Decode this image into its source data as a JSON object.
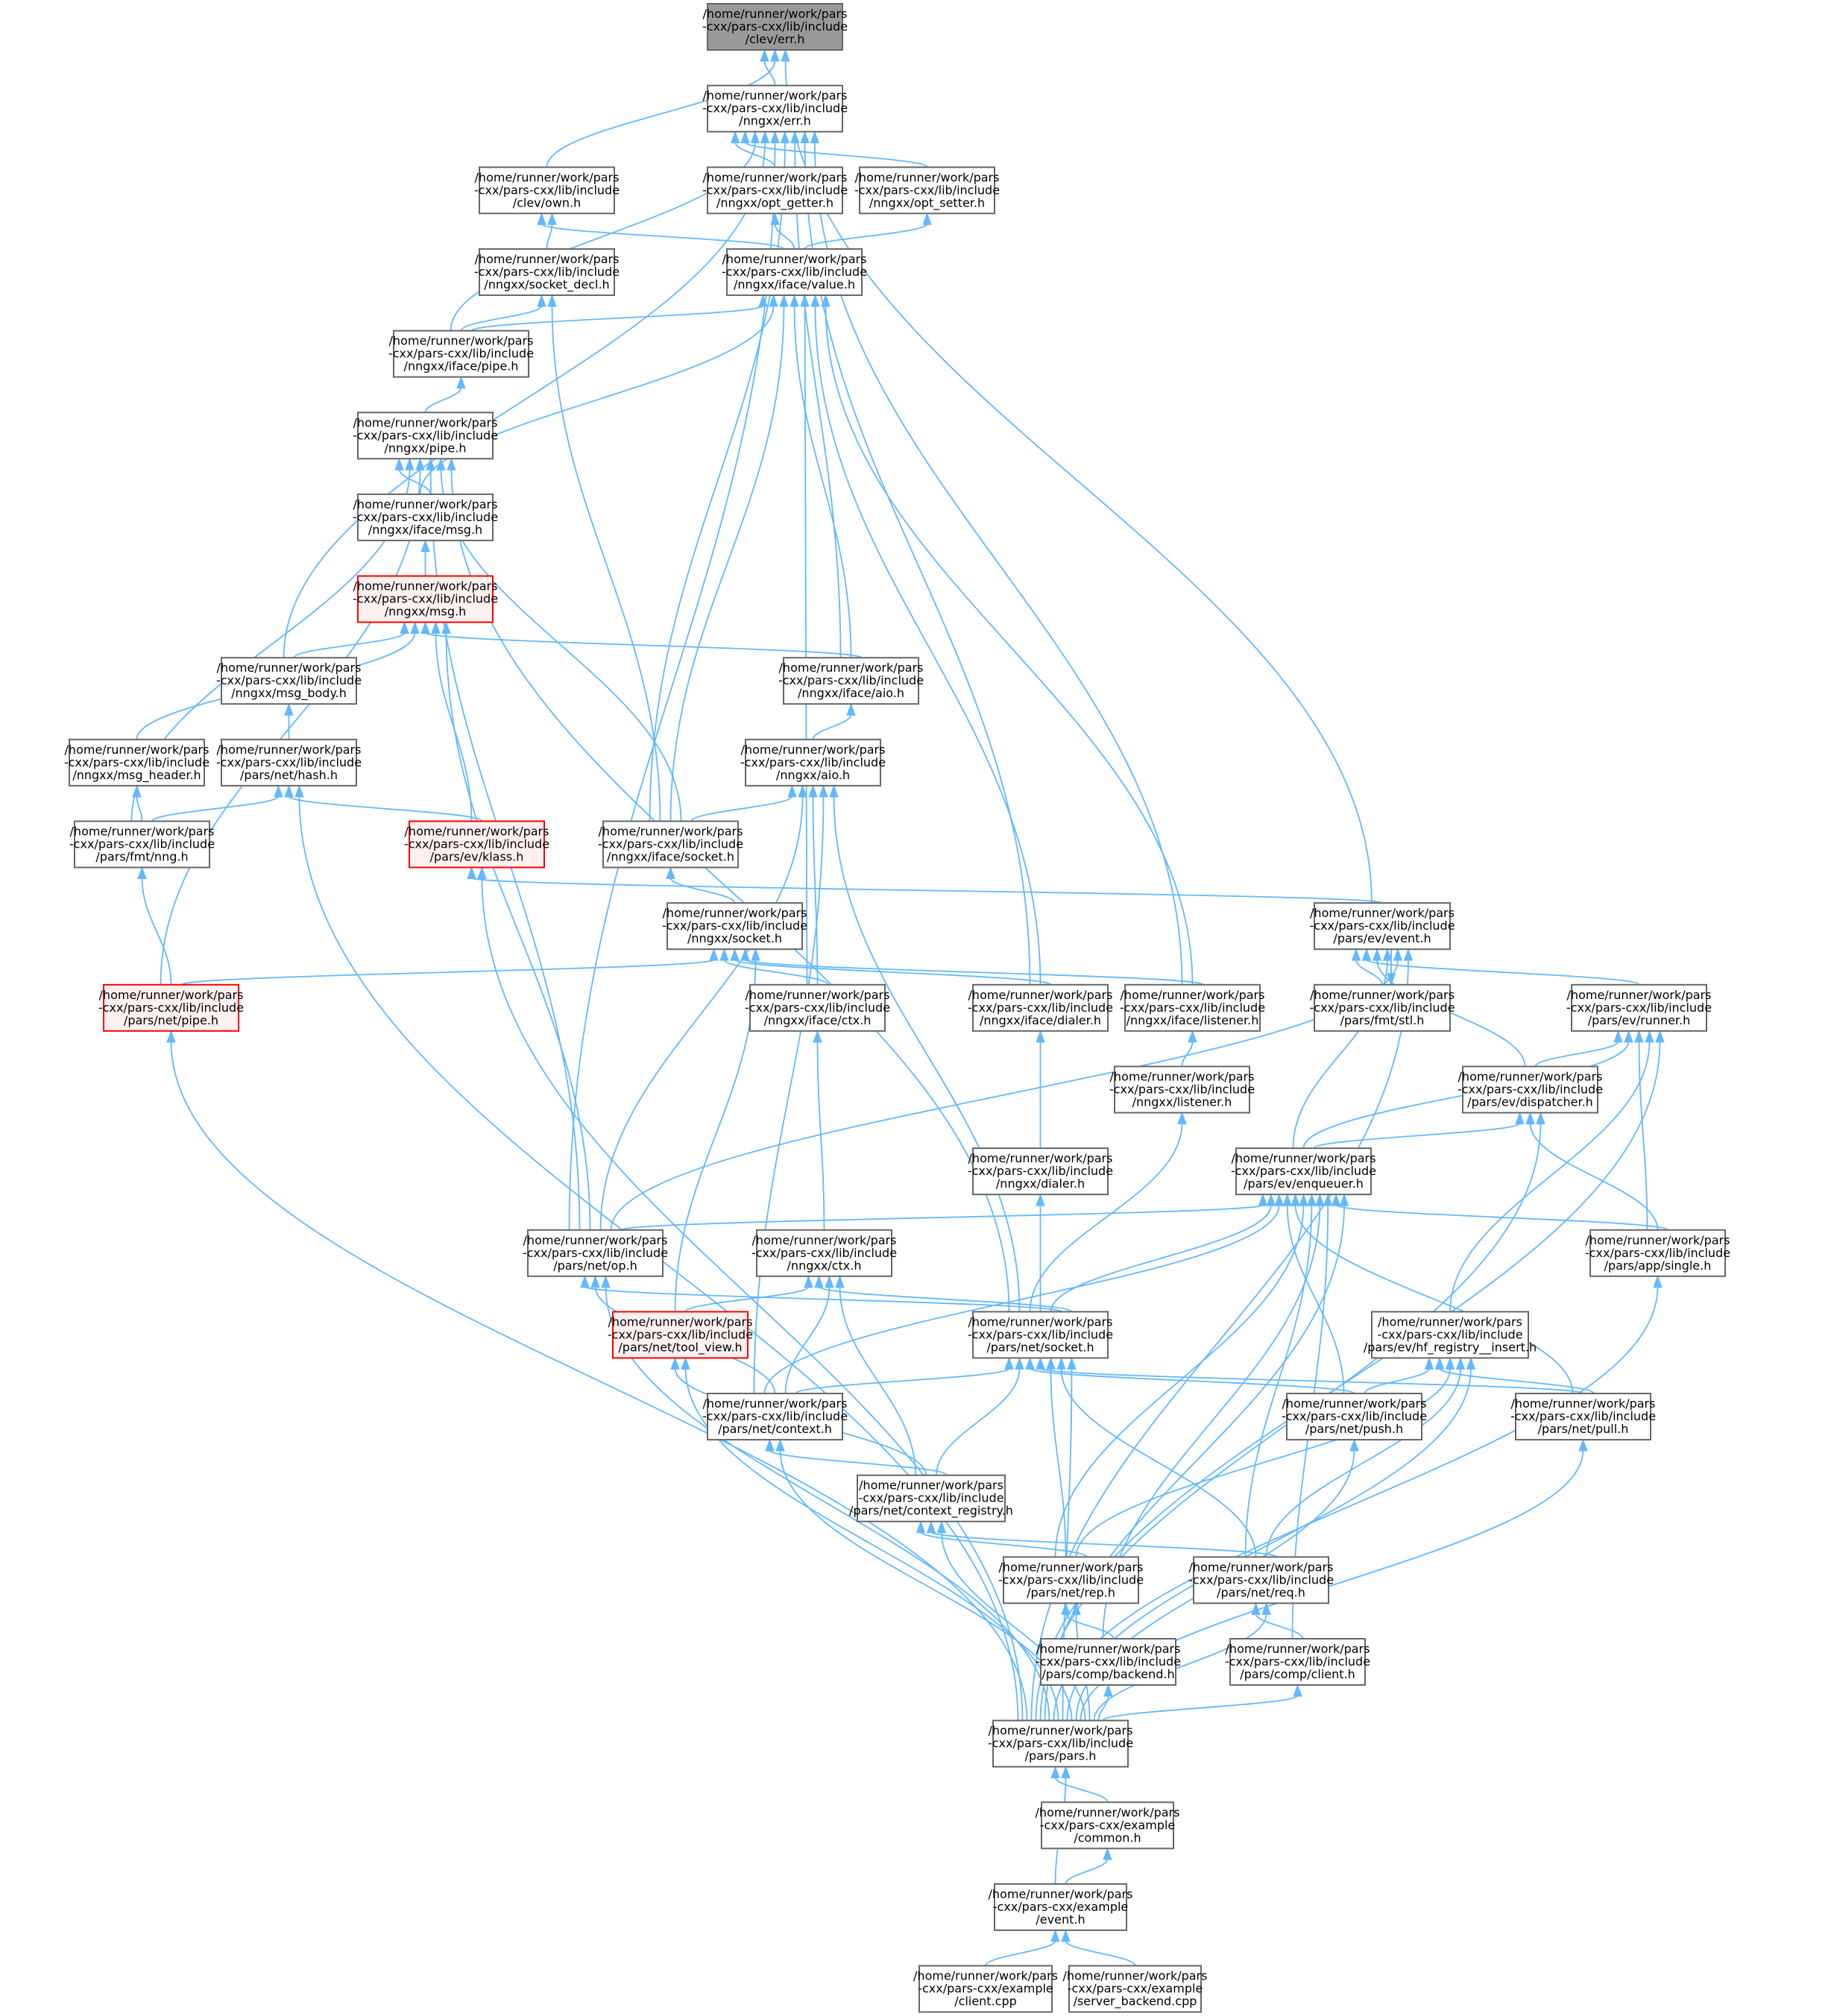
{
  "title": "Include dependency graph for /home/runner/work/pars-cxx/pars-cxx/lib/include/clev/err.h",
  "colors": {
    "edge": "#63b8ff",
    "root_fill": "#999999",
    "highlight_fill": "#fff0f0",
    "highlight_border": "#ff0000",
    "node_border": "#666666"
  },
  "nodes": [
    {
      "id": "clev_err",
      "lines": [
        "/home/runner/work/pars",
        "-cxx/pars-cxx/lib/include",
        "/clev/err.h"
      ],
      "style": "root"
    },
    {
      "id": "nngxx_err",
      "lines": [
        "/home/runner/work/pars",
        "-cxx/pars-cxx/lib/include",
        "/nngxx/err.h"
      ],
      "style": "normal"
    },
    {
      "id": "clev_own",
      "lines": [
        "/home/runner/work/pars",
        "-cxx/pars-cxx/lib/include",
        "/clev/own.h"
      ],
      "style": "normal"
    },
    {
      "id": "opt_getter",
      "lines": [
        "/home/runner/work/pars",
        "-cxx/pars-cxx/lib/include",
        "/nngxx/opt_getter.h"
      ],
      "style": "normal"
    },
    {
      "id": "opt_setter",
      "lines": [
        "/home/runner/work/pars",
        "-cxx/pars-cxx/lib/include",
        "/nngxx/opt_setter.h"
      ],
      "style": "normal"
    },
    {
      "id": "socket_decl",
      "lines": [
        "/home/runner/work/pars",
        "-cxx/pars-cxx/lib/include",
        "/nngxx/socket_decl.h"
      ],
      "style": "normal"
    },
    {
      "id": "iface_value",
      "lines": [
        "/home/runner/work/pars",
        "-cxx/pars-cxx/lib/include",
        "/nngxx/iface/value.h"
      ],
      "style": "normal"
    },
    {
      "id": "iface_pipe",
      "lines": [
        "/home/runner/work/pars",
        "-cxx/pars-cxx/lib/include",
        "/nngxx/iface/pipe.h"
      ],
      "style": "normal"
    },
    {
      "id": "nngxx_pipe",
      "lines": [
        "/home/runner/work/pars",
        "-cxx/pars-cxx/lib/include",
        "/nngxx/pipe.h"
      ],
      "style": "normal"
    },
    {
      "id": "iface_msg",
      "lines": [
        "/home/runner/work/pars",
        "-cxx/pars-cxx/lib/include",
        "/nngxx/iface/msg.h"
      ],
      "style": "normal"
    },
    {
      "id": "nngxx_msg",
      "lines": [
        "/home/runner/work/pars",
        "-cxx/pars-cxx/lib/include",
        "/nngxx/msg.h"
      ],
      "style": "highlight"
    },
    {
      "id": "msg_body",
      "lines": [
        "/home/runner/work/pars",
        "-cxx/pars-cxx/lib/include",
        "/nngxx/msg_body.h"
      ],
      "style": "normal"
    },
    {
      "id": "iface_aio",
      "lines": [
        "/home/runner/work/pars",
        "-cxx/pars-cxx/lib/include",
        "/nngxx/iface/aio.h"
      ],
      "style": "normal"
    },
    {
      "id": "msg_header",
      "lines": [
        "/home/runner/work/pars",
        "-cxx/pars-cxx/lib/include",
        "/nngxx/msg_header.h"
      ],
      "style": "normal"
    },
    {
      "id": "net_hash",
      "lines": [
        "/home/runner/work/pars",
        "-cxx/pars-cxx/lib/include",
        "/pars/net/hash.h"
      ],
      "style": "normal"
    },
    {
      "id": "nngxx_aio",
      "lines": [
        "/home/runner/work/pars",
        "-cxx/pars-cxx/lib/include",
        "/nngxx/aio.h"
      ],
      "style": "normal"
    },
    {
      "id": "fmt_nng",
      "lines": [
        "/home/runner/work/pars",
        "-cxx/pars-cxx/lib/include",
        "/pars/fmt/nng.h"
      ],
      "style": "normal"
    },
    {
      "id": "ev_klass",
      "lines": [
        "/home/runner/work/pars",
        "-cxx/pars-cxx/lib/include",
        "/pars/ev/klass.h"
      ],
      "style": "highlight"
    },
    {
      "id": "iface_socket",
      "lines": [
        "/home/runner/work/pars",
        "-cxx/pars-cxx/lib/include",
        "/nngxx/iface/socket.h"
      ],
      "style": "normal"
    },
    {
      "id": "ev_event",
      "lines": [
        "/home/runner/work/pars",
        "-cxx/pars-cxx/lib/include",
        "/pars/ev/event.h"
      ],
      "style": "normal"
    },
    {
      "id": "nngxx_socket",
      "lines": [
        "/home/runner/work/pars",
        "-cxx/pars-cxx/lib/include",
        "/nngxx/socket.h"
      ],
      "style": "normal"
    },
    {
      "id": "net_pipe",
      "lines": [
        "/home/runner/work/pars",
        "-cxx/pars-cxx/lib/include",
        "/pars/net/pipe.h"
      ],
      "style": "highlight"
    },
    {
      "id": "iface_ctx",
      "lines": [
        "/home/runner/work/pars",
        "-cxx/pars-cxx/lib/include",
        "/nngxx/iface/ctx.h"
      ],
      "style": "normal"
    },
    {
      "id": "iface_dialer",
      "lines": [
        "/home/runner/work/pars",
        "-cxx/pars-cxx/lib/include",
        "/nngxx/iface/dialer.h"
      ],
      "style": "normal"
    },
    {
      "id": "iface_listener",
      "lines": [
        "/home/runner/work/pars",
        "-cxx/pars-cxx/lib/include",
        "/nngxx/iface/listener.h"
      ],
      "style": "normal"
    },
    {
      "id": "fmt_stl",
      "lines": [
        "/home/runner/work/pars",
        "-cxx/pars-cxx/lib/include",
        "/pars/fmt/stl.h"
      ],
      "style": "normal"
    },
    {
      "id": "ev_runner",
      "lines": [
        "/home/runner/work/pars",
        "-cxx/pars-cxx/lib/include",
        "/pars/ev/runner.h"
      ],
      "style": "normal"
    },
    {
      "id": "nngxx_listener",
      "lines": [
        "/home/runner/work/pars",
        "-cxx/pars-cxx/lib/include",
        "/nngxx/listener.h"
      ],
      "style": "normal"
    },
    {
      "id": "ev_dispatcher",
      "lines": [
        "/home/runner/work/pars",
        "-cxx/pars-cxx/lib/include",
        "/pars/ev/dispatcher.h"
      ],
      "style": "normal"
    },
    {
      "id": "nngxx_dialer",
      "lines": [
        "/home/runner/work/pars",
        "-cxx/pars-cxx/lib/include",
        "/nngxx/dialer.h"
      ],
      "style": "normal"
    },
    {
      "id": "ev_enqueuer",
      "lines": [
        "/home/runner/work/pars",
        "-cxx/pars-cxx/lib/include",
        "/pars/ev/enqueuer.h"
      ],
      "style": "normal"
    },
    {
      "id": "net_op",
      "lines": [
        "/home/runner/work/pars",
        "-cxx/pars-cxx/lib/include",
        "/pars/net/op.h"
      ],
      "style": "normal"
    },
    {
      "id": "nngxx_ctx",
      "lines": [
        "/home/runner/work/pars",
        "-cxx/pars-cxx/lib/include",
        "/nngxx/ctx.h"
      ],
      "style": "normal"
    },
    {
      "id": "app_single",
      "lines": [
        "/home/runner/work/pars",
        "-cxx/pars-cxx/lib/include",
        "/pars/app/single.h"
      ],
      "style": "normal"
    },
    {
      "id": "net_tool_view",
      "lines": [
        "/home/runner/work/pars",
        "-cxx/pars-cxx/lib/include",
        "/pars/net/tool_view.h"
      ],
      "style": "highlight"
    },
    {
      "id": "net_socket",
      "lines": [
        "/home/runner/work/pars",
        "-cxx/pars-cxx/lib/include",
        "/pars/net/socket.h"
      ],
      "style": "normal"
    },
    {
      "id": "hf_registry",
      "lines": [
        "/home/runner/work/pars",
        "-cxx/pars-cxx/lib/include",
        "/pars/ev/hf_registry__insert.h"
      ],
      "style": "normal"
    },
    {
      "id": "net_context",
      "lines": [
        "/home/runner/work/pars",
        "-cxx/pars-cxx/lib/include",
        "/pars/net/context.h"
      ],
      "style": "normal"
    },
    {
      "id": "net_push",
      "lines": [
        "/home/runner/work/pars",
        "-cxx/pars-cxx/lib/include",
        "/pars/net/push.h"
      ],
      "style": "normal"
    },
    {
      "id": "net_pull",
      "lines": [
        "/home/runner/work/pars",
        "-cxx/pars-cxx/lib/include",
        "/pars/net/pull.h"
      ],
      "style": "normal"
    },
    {
      "id": "context_registry",
      "lines": [
        "/home/runner/work/pars",
        "-cxx/pars-cxx/lib/include",
        "/pars/net/context_registry.h"
      ],
      "style": "normal"
    },
    {
      "id": "net_rep",
      "lines": [
        "/home/runner/work/pars",
        "-cxx/pars-cxx/lib/include",
        "/pars/net/rep.h"
      ],
      "style": "normal"
    },
    {
      "id": "net_req",
      "lines": [
        "/home/runner/work/pars",
        "-cxx/pars-cxx/lib/include",
        "/pars/net/req.h"
      ],
      "style": "normal"
    },
    {
      "id": "comp_backend",
      "lines": [
        "/home/runner/work/pars",
        "-cxx/pars-cxx/lib/include",
        "/pars/comp/backend.h"
      ],
      "style": "normal"
    },
    {
      "id": "comp_client",
      "lines": [
        "/home/runner/work/pars",
        "-cxx/pars-cxx/lib/include",
        "/pars/comp/client.h"
      ],
      "style": "normal"
    },
    {
      "id": "pars_h",
      "lines": [
        "/home/runner/work/pars",
        "-cxx/pars-cxx/lib/include",
        "/pars/pars.h"
      ],
      "style": "normal"
    },
    {
      "id": "ex_common",
      "lines": [
        "/home/runner/work/pars",
        "-cxx/pars-cxx/example",
        "/common.h"
      ],
      "style": "normal"
    },
    {
      "id": "ex_event",
      "lines": [
        "/home/runner/work/pars",
        "-cxx/pars-cxx/example",
        "/event.h"
      ],
      "style": "normal"
    },
    {
      "id": "ex_client",
      "lines": [
        "/home/runner/work/pars",
        "-cxx/pars-cxx/example",
        "/client.cpp"
      ],
      "style": "normal"
    },
    {
      "id": "ex_server_backend",
      "lines": [
        "/home/runner/work/pars",
        "-cxx/pars-cxx/example",
        "/server_backend.cpp"
      ],
      "style": "normal"
    }
  ],
  "edges": [
    [
      "nngxx_err",
      "clev_err"
    ],
    [
      "clev_own",
      "clev_err"
    ],
    [
      "ev_event",
      "clev_err"
    ],
    [
      "opt_getter",
      "nngxx_err"
    ],
    [
      "opt_setter",
      "nngxx_err"
    ],
    [
      "iface_pipe",
      "nngxx_err"
    ],
    [
      "msg_body",
      "nngxx_err"
    ],
    [
      "net_op",
      "nngxx_err"
    ],
    [
      "iface_socket",
      "nngxx_err"
    ],
    [
      "iface_aio",
      "nngxx_err"
    ],
    [
      "iface_dialer",
      "nngxx_err"
    ],
    [
      "iface_listener",
      "nngxx_err"
    ],
    [
      "iface_value",
      "clev_own"
    ],
    [
      "socket_decl",
      "clev_own"
    ],
    [
      "iface_value",
      "opt_getter"
    ],
    [
      "iface_value",
      "opt_setter"
    ],
    [
      "iface_pipe",
      "socket_decl"
    ],
    [
      "iface_socket",
      "socket_decl"
    ],
    [
      "iface_pipe",
      "iface_value"
    ],
    [
      "iface_msg",
      "iface_value"
    ],
    [
      "iface_socket",
      "iface_value"
    ],
    [
      "iface_aio",
      "iface_value"
    ],
    [
      "iface_ctx",
      "iface_value"
    ],
    [
      "iface_dialer",
      "iface_value"
    ],
    [
      "iface_listener",
      "iface_value"
    ],
    [
      "nngxx_pipe",
      "iface_pipe"
    ],
    [
      "iface_msg",
      "nngxx_pipe"
    ],
    [
      "fmt_nng",
      "nngxx_pipe"
    ],
    [
      "net_pipe",
      "nngxx_pipe"
    ],
    [
      "net_op",
      "nngxx_pipe"
    ],
    [
      "iface_socket",
      "nngxx_pipe"
    ],
    [
      "net_socket",
      "nngxx_pipe"
    ],
    [
      "nngxx_msg",
      "iface_msg"
    ],
    [
      "msg_body",
      "nngxx_msg"
    ],
    [
      "msg_header",
      "nngxx_msg"
    ],
    [
      "iface_aio",
      "nngxx_msg"
    ],
    [
      "ev_klass",
      "nngxx_msg"
    ],
    [
      "net_op",
      "nngxx_msg"
    ],
    [
      "net_hash",
      "msg_body"
    ],
    [
      "fmt_nng",
      "msg_header"
    ],
    [
      "fmt_nng",
      "net_hash"
    ],
    [
      "ev_klass",
      "net_hash"
    ],
    [
      "pars_h",
      "net_hash"
    ],
    [
      "nngxx_aio",
      "iface_aio"
    ],
    [
      "iface_socket",
      "nngxx_aio"
    ],
    [
      "net_op",
      "nngxx_aio"
    ],
    [
      "iface_ctx",
      "nngxx_aio"
    ],
    [
      "net_context",
      "nngxx_aio"
    ],
    [
      "net_socket",
      "nngxx_aio"
    ],
    [
      "net_pipe",
      "fmt_nng"
    ],
    [
      "ev_event",
      "ev_klass"
    ],
    [
      "pars_h",
      "ev_klass"
    ],
    [
      "nngxx_socket",
      "iface_socket"
    ],
    [
      "net_pipe",
      "nngxx_socket"
    ],
    [
      "iface_ctx",
      "nngxx_socket"
    ],
    [
      "iface_dialer",
      "nngxx_socket"
    ],
    [
      "iface_listener",
      "nngxx_socket"
    ],
    [
      "net_tool_view",
      "nngxx_socket"
    ],
    [
      "pars_h",
      "net_pipe"
    ],
    [
      "fmt_stl",
      "ev_event"
    ],
    [
      "ev_event",
      "fmt_stl"
    ],
    [
      "ev_runner",
      "ev_event"
    ],
    [
      "ev_dispatcher",
      "ev_event"
    ],
    [
      "ev_enqueuer",
      "ev_event"
    ],
    [
      "net_op",
      "ev_event"
    ],
    [
      "pars_h",
      "ev_event"
    ],
    [
      "nngxx_listener",
      "iface_listener"
    ],
    [
      "nngxx_dialer",
      "iface_dialer"
    ],
    [
      "nngxx_ctx",
      "iface_ctx"
    ],
    [
      "ev_dispatcher",
      "ev_runner"
    ],
    [
      "ev_enqueuer",
      "ev_runner"
    ],
    [
      "app_single",
      "ev_runner"
    ],
    [
      "hf_registry",
      "ev_runner"
    ],
    [
      "pars_h",
      "ev_runner"
    ],
    [
      "ev_enqueuer",
      "ev_dispatcher"
    ],
    [
      "app_single",
      "ev_dispatcher"
    ],
    [
      "pars_h",
      "ev_dispatcher"
    ],
    [
      "net_socket",
      "nngxx_listener"
    ],
    [
      "net_socket",
      "nngxx_dialer"
    ],
    [
      "net_op",
      "ev_enqueuer"
    ],
    [
      "net_socket",
      "ev_enqueuer"
    ],
    [
      "net_context",
      "ev_enqueuer"
    ],
    [
      "net_push",
      "ev_enqueuer"
    ],
    [
      "net_pull",
      "ev_enqueuer"
    ],
    [
      "net_rep",
      "ev_enqueuer"
    ],
    [
      "net_req",
      "ev_enqueuer"
    ],
    [
      "comp_backend",
      "ev_enqueuer"
    ],
    [
      "comp_client",
      "ev_enqueuer"
    ],
    [
      "app_single",
      "ev_enqueuer"
    ],
    [
      "pars_h",
      "ev_enqueuer"
    ],
    [
      "net_socket",
      "net_op"
    ],
    [
      "net_context",
      "net_op"
    ],
    [
      "pars_h",
      "net_op"
    ],
    [
      "net_tool_view",
      "nngxx_ctx"
    ],
    [
      "net_socket",
      "nngxx_ctx"
    ],
    [
      "net_context",
      "nngxx_ctx"
    ],
    [
      "context_registry",
      "nngxx_ctx"
    ],
    [
      "pars_h",
      "app_single"
    ],
    [
      "context_registry",
      "net_tool_view"
    ],
    [
      "pars_h",
      "net_tool_view"
    ],
    [
      "net_context",
      "net_socket"
    ],
    [
      "context_registry",
      "net_socket"
    ],
    [
      "net_push",
      "net_socket"
    ],
    [
      "net_pull",
      "net_socket"
    ],
    [
      "net_rep",
      "net_socket"
    ],
    [
      "net_req",
      "net_socket"
    ],
    [
      "pars_h",
      "net_socket"
    ],
    [
      "net_push",
      "hf_registry"
    ],
    [
      "net_pull",
      "hf_registry"
    ],
    [
      "net_rep",
      "hf_registry"
    ],
    [
      "net_req",
      "hf_registry"
    ],
    [
      "pars_h",
      "hf_registry"
    ],
    [
      "context_registry",
      "net_context"
    ],
    [
      "pars_h",
      "net_context"
    ],
    [
      "pars_h",
      "net_push"
    ],
    [
      "pars_h",
      "net_pull"
    ],
    [
      "net_rep",
      "context_registry"
    ],
    [
      "net_req",
      "context_registry"
    ],
    [
      "pars_h",
      "context_registry"
    ],
    [
      "comp_backend",
      "net_rep"
    ],
    [
      "pars_h",
      "net_rep"
    ],
    [
      "comp_client",
      "net_req"
    ],
    [
      "pars_h",
      "net_req"
    ],
    [
      "pars_h",
      "comp_backend"
    ],
    [
      "pars_h",
      "comp_client"
    ],
    [
      "ex_common",
      "pars_h"
    ],
    [
      "ex_event",
      "pars_h"
    ],
    [
      "ex_event",
      "ex_common"
    ],
    [
      "ex_client",
      "ex_event"
    ],
    [
      "ex_server_backend",
      "ex_event"
    ]
  ]
}
